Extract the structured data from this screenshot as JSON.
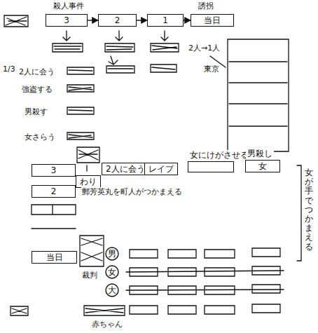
{
  "diagram": {
    "nodes": [
      {
        "text": [
          "3"
        ]
      },
      {
        "text": [
          "2"
        ]
      },
      {
        "text": [
          "1"
        ]
      },
      {
        "text": [
          "当日"
        ]
      },
      {
        "text": [
          "3"
        ]
      },
      {
        "text": [
          "2人に会う"
        ]
      },
      {
        "text": [
          "レイプ"
        ]
      },
      {
        "text": [
          "女にけがさせる"
        ]
      },
      {
        "text": [
          "男殺し",
          "女"
        ]
      },
      {
        "text": [
          "わり"
        ]
      },
      {
        "text": [
          "2"
        ]
      },
      {
        "text": [
          "当日"
        ]
      },
      {
        "text": [
          "男"
        ]
      },
      {
        "text": [
          "女"
        ]
      },
      {
        "text": [
          "大"
        ]
      }
    ],
    "edges": [
      {
        "from": 0,
        "to": 1,
        "arrow": "to"
      },
      {
        "from": 1,
        "to": 2,
        "arrow": "to"
      },
      {
        "from": 2,
        "to": 3,
        "arrow": "to"
      }
    ],
    "labels": [
      "殺人事件",
      "誘拐",
      "1/3",
      "2人に会う",
      "強盗する",
      "男殺す",
      "女さらう",
      "2人→1人",
      "東京",
      "郵芳英丸を町人がつかまえる",
      "女が手でつかまえる",
      "裁判",
      "赤ちゃん"
    ]
  }
}
